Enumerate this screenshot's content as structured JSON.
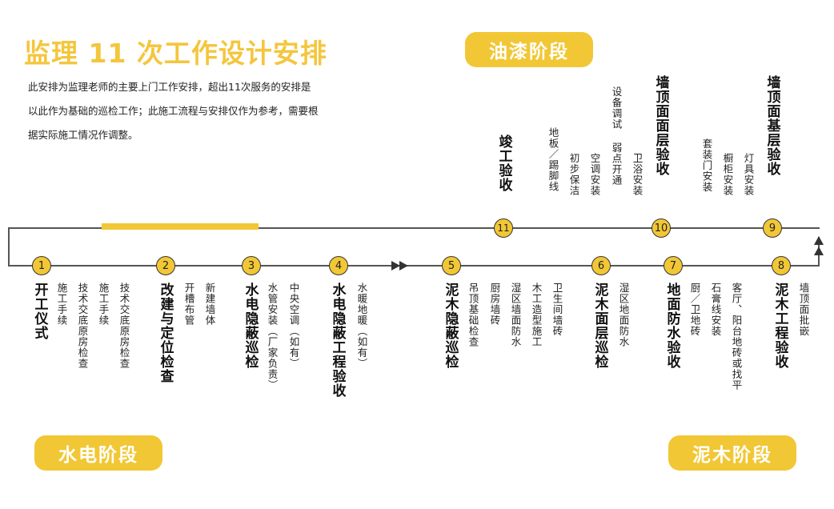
{
  "title": "监理 11 次工作设计安排",
  "intro": [
    "此安排为监理老师的主要上门工作安排，超出11次服务的安排是",
    "以此作为基础的巡检工作；此施工流程与安排仅作为参考，需要根",
    "据实际施工情况作调整。"
  ],
  "phases": {
    "paint": "油漆阶段",
    "hydro": "水电阶段",
    "wood": "泥木阶段"
  },
  "colors": {
    "accent": "#f2c735",
    "title": "#f4c63d",
    "line": "#555555"
  },
  "steps": [
    {
      "num": "1",
      "title": "开工仪式",
      "tasks": [
        "施工手续",
        "技术交底原房检查",
        "施工手续",
        "技术交底原房检查"
      ]
    },
    {
      "num": "2",
      "title": "改建与定位检查",
      "tasks": [
        "开槽布管",
        "新建墙体"
      ]
    },
    {
      "num": "3",
      "title": "水电隐蔽巡检",
      "tasks": [
        "水管安装（厂家负责）",
        "中央空调（如有）"
      ]
    },
    {
      "num": "4",
      "title": "水电隐蔽工程验收",
      "tasks": [
        "水暖地暖（如有）"
      ]
    },
    {
      "num": "5",
      "title": "泥木隐蔽巡检",
      "tasks": [
        "吊顶基础检查",
        "厨房墙砖",
        "湿区墙面防水",
        "木工造型施工",
        "卫生间墙砖"
      ]
    },
    {
      "num": "6",
      "title": "泥木面层巡检",
      "tasks": [
        "湿区地面防水"
      ]
    },
    {
      "num": "7",
      "title": "地面防水验收",
      "tasks": [
        "厨／卫地砖",
        "石膏线安装",
        "客厅、阳台地砖或找平"
      ]
    },
    {
      "num": "8",
      "title": "泥木工程验收",
      "tasks": [
        "墙顶面批嵌"
      ]
    },
    {
      "num": "9",
      "title": "墙顶面基层验收",
      "tasks": [
        "套装门安装",
        "橱柜安装",
        "灯具安装"
      ]
    },
    {
      "num": "10",
      "title": "墙顶面面层验收",
      "tasks": []
    },
    {
      "num": "11",
      "title": "竣工验收",
      "tasks": [
        "地板／踢脚线",
        "初步保洁",
        "空调安装",
        "设备调试 弱点开通",
        "卫浴安装"
      ]
    }
  ]
}
